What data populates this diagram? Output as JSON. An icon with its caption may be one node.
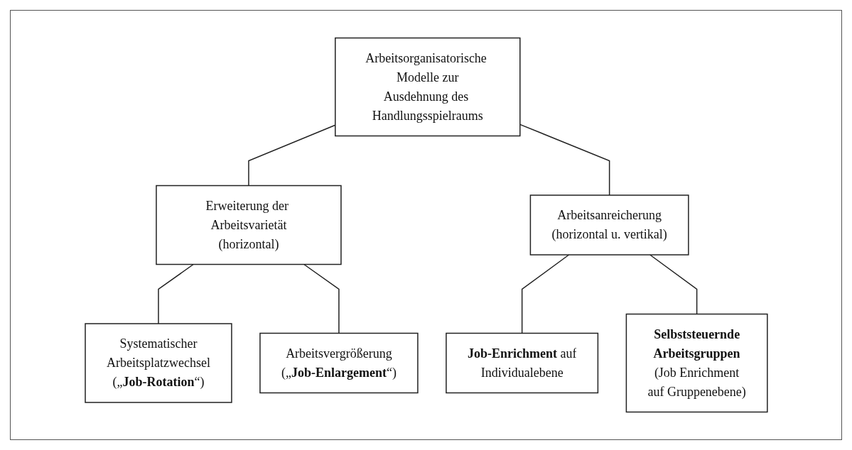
{
  "diagram": {
    "nodes": [
      {
        "text": [
          "Arbeitsorganisatorische Modelle zur Ausdehnung des Handlungsspielraums"
        ]
      },
      {
        "text": [
          "Erweiterung der Arbeitsvarietät (horizontal)"
        ]
      },
      {
        "text": [
          "Arbeitsanreicherung (horizontal u. vertikal)"
        ]
      },
      {
        "text": [
          "Systematischer Arbeitsplatzwechsel („**Job-Rotation**“)"
        ]
      },
      {
        "text": [
          "Arbeitsvergrößerung („**Job-Enlargement**“)"
        ]
      },
      {
        "text": [
          "**Job-Enrichment** auf Individualebene"
        ]
      },
      {
        "text": [
          "**Selbststeuernde Arbeitsgruppen** (Job Enrichment auf Gruppenebene)"
        ]
      }
    ],
    "edges": [
      {
        "from": 0,
        "to": 1,
        "arrow": "none"
      },
      {
        "from": 0,
        "to": 2,
        "arrow": "none"
      },
      {
        "from": 1,
        "to": 3,
        "arrow": "none"
      },
      {
        "from": 1,
        "to": 4,
        "arrow": "none"
      },
      {
        "from": 2,
        "to": 5,
        "arrow": "none"
      },
      {
        "from": 2,
        "to": 6,
        "arrow": "none"
      }
    ]
  }
}
